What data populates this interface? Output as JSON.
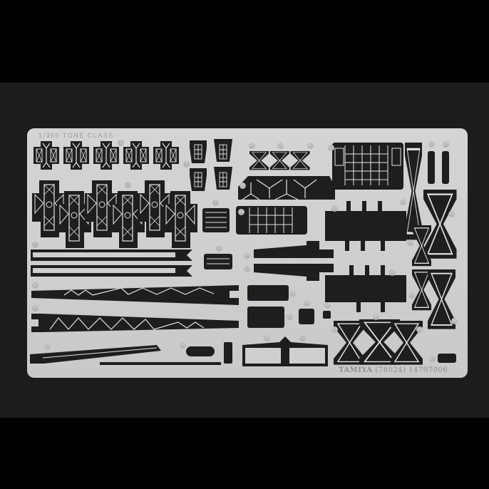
{
  "photo": {
    "subject": "Photo-etched parts fret",
    "scale_label": "1/350  TONE  CLASS",
    "brand": {
      "name": "TAMIYA",
      "item_code": "(78024)",
      "serial": "14707006"
    },
    "colors": {
      "background": "#000000",
      "backdrop": "#1c1c1c",
      "fret_metal": "#d0d0ce",
      "etched_dark": "#1e1e1e",
      "part_number_gray": "#b6b6b4"
    },
    "part_numbers": {
      "p1": "1",
      "p2": "2",
      "p3": "3",
      "p4": "4",
      "p5": "5",
      "p6": "6",
      "p7": "7",
      "p8": "8",
      "p9": "9",
      "p10": "10",
      "p11": "11",
      "p12": "12",
      "p13": "13",
      "p14": "14",
      "p15": "15",
      "p16": "16",
      "p17": "17",
      "p18": "18",
      "p19": "19",
      "p20": "20",
      "p21": "21",
      "p22": "22",
      "p23": "23",
      "p24": "24",
      "p25": "25",
      "p26": "26",
      "p27": "27",
      "p28": "28",
      "p28_side": "(L)",
      "p29": "29",
      "p30": "30",
      "p30_side": "(R)",
      "p31": "31",
      "p32": "32",
      "p33": "33",
      "p34": "34",
      "p35": "35",
      "p36": "36",
      "p37": "37"
    }
  }
}
